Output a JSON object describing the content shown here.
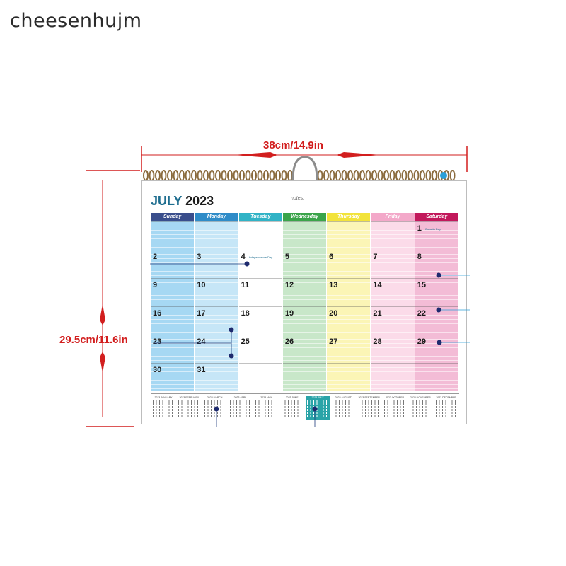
{
  "watermark": "cheesenhujm",
  "dimensions": {
    "width_label": "38cm/14.9in",
    "height_label": "29.5cm/11.6in"
  },
  "calendar": {
    "month": "JULY",
    "year": "2023",
    "notes_label": "notes:",
    "days": [
      {
        "name": "Sunday",
        "color": "#3a4e8c",
        "bg": "#a6d8f3"
      },
      {
        "name": "Monday",
        "color": "#2f8cc8",
        "bg": "#c6e6f7"
      },
      {
        "name": "Tuesday",
        "color": "#31b3c6",
        "bg": "#ffffff"
      },
      {
        "name": "Wednesday",
        "color": "#3aa44a",
        "bg": "#c8e7c9"
      },
      {
        "name": "Thursday",
        "color": "#f2e33a",
        "bg": "#fbf5b6"
      },
      {
        "name": "Friday",
        "color": "#f3a8c9",
        "bg": "#fbdbe9"
      },
      {
        "name": "Saturday",
        "color": "#c2185b",
        "bg": "#f3bcd6"
      }
    ],
    "weeks": [
      [
        "",
        "",
        "",
        "",
        "",
        "",
        "1"
      ],
      [
        "2",
        "3",
        "4",
        "5",
        "6",
        "7",
        "8"
      ],
      [
        "9",
        "10",
        "11",
        "12",
        "13",
        "14",
        "15"
      ],
      [
        "16",
        "17",
        "18",
        "19",
        "20",
        "21",
        "22"
      ],
      [
        "23",
        "24",
        "25",
        "26",
        "27",
        "28",
        "29"
      ],
      [
        "30",
        "31",
        "",
        "",
        "",
        "",
        ""
      ]
    ],
    "events": {
      "independence": "Independence Day",
      "canada": "Canada Day"
    },
    "mini_months": [
      "2023 JANUARY",
      "2023 FEBRUARY",
      "2023 MARCH",
      "2023 APRIL",
      "2023 MAY",
      "2023 JUNE",
      "2023 JULY",
      "2023 AUGUST",
      "2023 SEPTEMBER",
      "2023 OCTOBER",
      "2023 NOVEMBER",
      "2023 DECEMBER"
    ]
  }
}
